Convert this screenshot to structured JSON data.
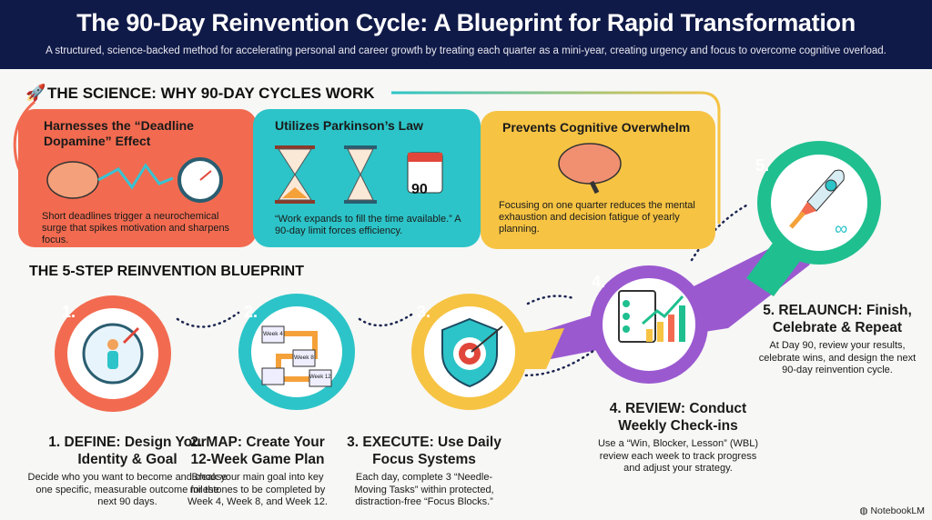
{
  "header": {
    "title": "The 90-Day Reinvention Cycle: A Blueprint for Rapid Transformation",
    "subtitle": "A structured, science-backed method for accelerating personal and career growth by treating each quarter as a mini-year, creating urgency and focus to overcome cognitive overload."
  },
  "science": {
    "heading": "THE SCIENCE: WHY 90-DAY CYCLES WORK",
    "cards": [
      {
        "title": "Harnesses the “Deadline Dopamine” Effect",
        "text": "Short deadlines trigger a neurochemical surge that spikes motivation and sharpens focus.",
        "icon": "brain-stopwatch-icon",
        "color": "#f26b50"
      },
      {
        "title": "Utilizes Parkinson’s Law",
        "text": "“Work expands to fill the time available.” A 90-day limit forces efficiency.",
        "icon": "hourglass-calendar-icon",
        "calendar_number": "90",
        "color": "#2cc4c8"
      },
      {
        "title": "Prevents Cognitive Overwhelm",
        "text": "Focusing on one quarter reduces the mental exhaustion and decision fatigue of yearly planning.",
        "icon": "brain-icon",
        "color": "#f6c343"
      }
    ]
  },
  "blueprint": {
    "heading": "THE 5-STEP REINVENTION BLUEPRINT",
    "steps": [
      {
        "number": "1.",
        "title": "1. DEFINE: Design Your Identity & Goal",
        "text": "Decide who you want to become and choose one specific, measurable outcome for the next 90 days.",
        "icon": "compass-person-icon",
        "color": "#f26b50"
      },
      {
        "number": "2.",
        "title": "2. MAP: Create Your 12-Week Game Plan",
        "text": "Break your main goal into key milestones to be completed by Week 4, Week 8, and Week 12.",
        "icon": "milestone-map-icon",
        "week_labels": [
          "Week 4",
          "Week 8",
          "Week 12"
        ],
        "color": "#2cc4c8"
      },
      {
        "number": "3.",
        "title": "3. EXECUTE: Use Daily Focus Systems",
        "text": "Each day, complete 3 “Needle-Moving Tasks” within protected, distraction-free “Focus Blocks.”",
        "icon": "target-shield-icon",
        "color": "#f6c343"
      },
      {
        "number": "4.",
        "title": "4. REVIEW: Conduct Weekly Check-ins",
        "text": "Use a “Win, Blocker, Lesson” (WBL) review each week to track progress and adjust your strategy.",
        "icon": "checklist-chart-icon",
        "color": "#9b59d0"
      },
      {
        "number": "5.",
        "title": "5. RELAUNCH: Finish, Celebrate & Repeat",
        "text": "At Day 90, review your results, celebrate wins, and design the next 90-day reinvention cycle.",
        "icon": "rocket-icon",
        "color": "#1fbf8f"
      }
    ]
  },
  "footer": {
    "brand": "NotebookLM"
  }
}
